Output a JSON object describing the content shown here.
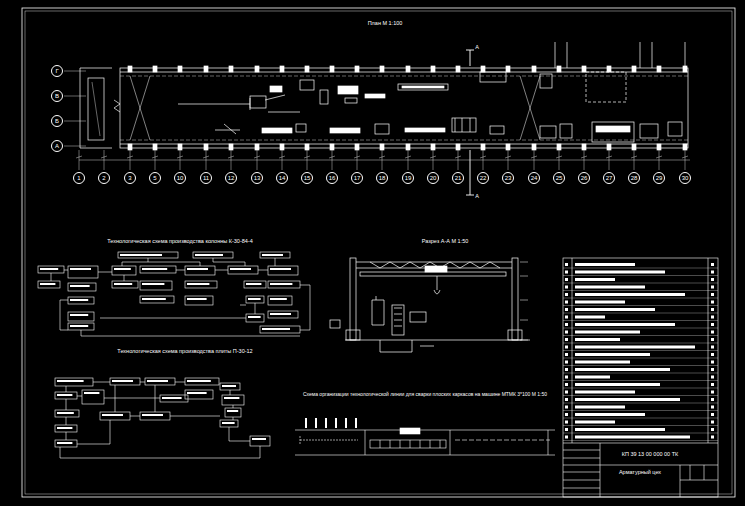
{
  "diagram": {
    "title": "План М 1:100",
    "nodes": [
      {
        "text": [
          "Г"
        ]
      },
      {
        "text": [
          "В"
        ]
      },
      {
        "text": [
          "Б"
        ]
      },
      {
        "text": [
          "А"
        ]
      },
      {
        "text": [
          "1"
        ]
      },
      {
        "text": [
          "2"
        ]
      },
      {
        "text": [
          "3"
        ]
      },
      {
        "text": [
          "5"
        ]
      },
      {
        "text": [
          "10"
        ]
      },
      {
        "text": [
          "11"
        ]
      },
      {
        "text": [
          "12"
        ]
      },
      {
        "text": [
          "13"
        ]
      },
      {
        "text": [
          "14"
        ]
      },
      {
        "text": [
          "15"
        ]
      },
      {
        "text": [
          "16"
        ]
      },
      {
        "text": [
          "17"
        ]
      },
      {
        "text": [
          "18"
        ]
      },
      {
        "text": [
          "19"
        ]
      },
      {
        "text": [
          "20"
        ]
      },
      {
        "text": [
          "21"
        ]
      },
      {
        "text": [
          "22"
        ]
      },
      {
        "text": [
          "23"
        ]
      },
      {
        "text": [
          "24"
        ]
      },
      {
        "text": [
          "25"
        ]
      },
      {
        "text": [
          "26"
        ]
      },
      {
        "text": [
          "27"
        ]
      },
      {
        "text": [
          "28"
        ]
      },
      {
        "text": [
          "29"
        ]
      },
      {
        "text": [
          "30"
        ]
      }
    ],
    "labels": [
      "А",
      "А",
      "Технологическая схема производства колонны К-30-84-4",
      "Разрез А-А М 1:50",
      "Технологическая схема производства плиты П-30-12",
      "Схема организации технологической линии для сварки плоских каркасов на машине МТМК 3*100 М 1:50",
      "КП 39 13 00 000 00 ТК",
      "Арматурный цех"
    ]
  }
}
